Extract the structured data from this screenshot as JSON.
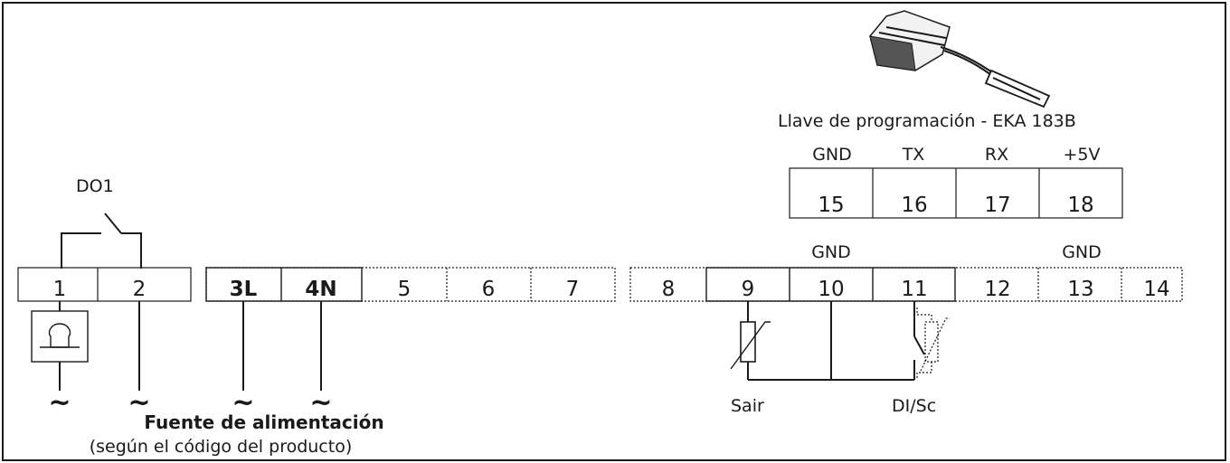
{
  "relay_label": "DO1",
  "key": {
    "caption": "Llave de programación - EKA 183B",
    "pins": [
      {
        "label": "GND",
        "num": "15"
      },
      {
        "label": "TX",
        "num": "16"
      },
      {
        "label": "RX",
        "num": "17"
      },
      {
        "label": "+5V",
        "num": "18"
      }
    ]
  },
  "terminals": {
    "t1": "1",
    "t2": "2",
    "t3": "3L",
    "t4": "4N",
    "t5": "5",
    "t6": "6",
    "t7": "7",
    "t8": "8",
    "t9": "9",
    "t10": "10",
    "t11": "11",
    "t12": "12",
    "t13": "13",
    "t14": "14",
    "gnd10": "GND",
    "gnd13": "GND"
  },
  "supply": {
    "tilde": "~",
    "title": "Fuente de alimentación",
    "subtitle": "(según el código del producto)"
  },
  "sensors": {
    "sair": "Sair",
    "disc": "DI/Sc"
  }
}
